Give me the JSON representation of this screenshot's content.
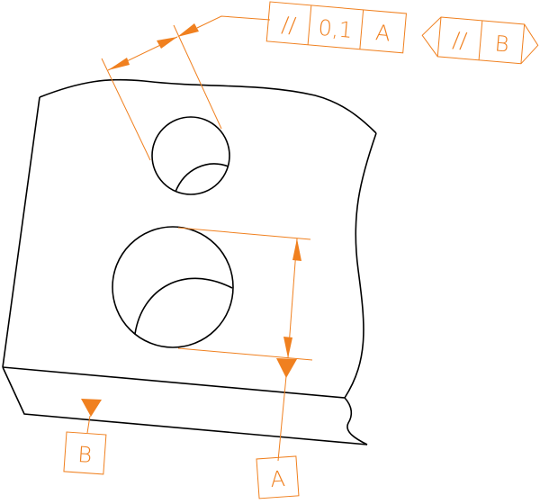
{
  "drawing": {
    "accent_color": "#f0801f",
    "feature_control_frame_1": {
      "symbol": "//",
      "tolerance": "0,1",
      "datum": "A"
    },
    "feature_control_frame_2": {
      "symbol": "//",
      "datum": "B"
    },
    "datum_labels": {
      "a": "A",
      "b": "B"
    }
  }
}
